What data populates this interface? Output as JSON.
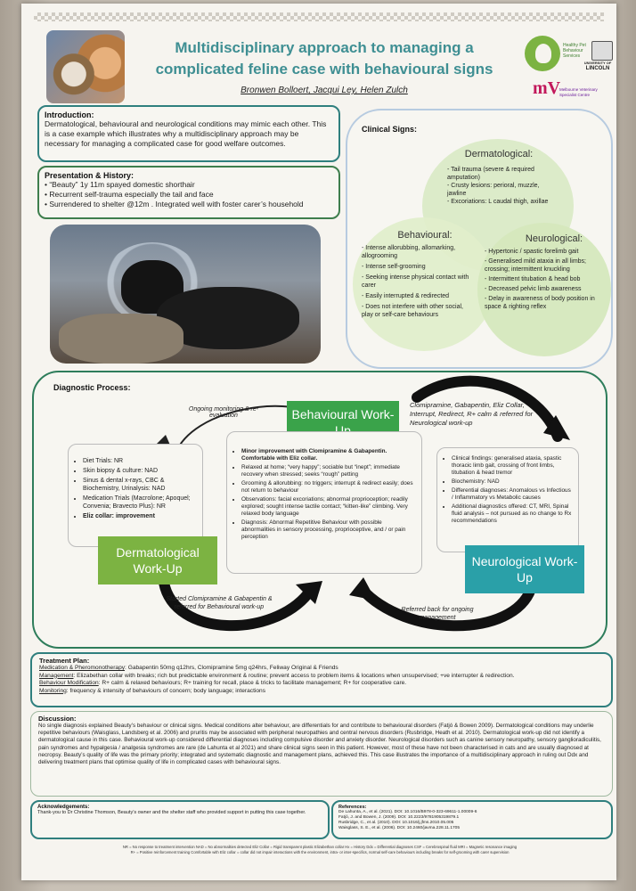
{
  "poster": {
    "title_line1": "Multidisciplinary approach to managing a",
    "title_line2": "complicated feline case with behavioural signs",
    "authors": "Bronwen Bolloert, Jacqui Ley, Helen Zulch",
    "logo1_line1": "Healthy Pet",
    "logo1_line2": "Behaviour",
    "logo1_line3": "Services",
    "logo2_line1": "UNIVERSITY OF",
    "logo2_line2": "LINCOLN",
    "logo3_mark": "mV",
    "logo3_line1": "Melbourne Veterinary",
    "logo3_line2": "Specialist Centre"
  },
  "intro": {
    "heading": "Introduction:",
    "text": "Dermatological, behavioural and neurological conditions may mimic each other. This is a case example which illustrates why a multidisciplinary approach may be necessary for managing a complicated case for good welfare outcomes."
  },
  "presentation": {
    "heading": "Presentation & History:",
    "items": [
      "“Beauty” 1y 11m spayed domestic shorthair",
      "Recurrent self-trauma especially the tail and face",
      "Surrendered to shelter @12m . Integrated well with foster carer’s household"
    ]
  },
  "clinical": {
    "heading": "Clinical Signs:",
    "derm_title": "Dermatological:",
    "derm_items": [
      "- Tail trauma (severe & required amputation)",
      "- Crusty lesions: perioral, muzzle, jawline",
      "- Excoriations: L caudal thigh, axillae"
    ],
    "behav_title": "Behavioural:",
    "behav_items": [
      "- Intense allorubbing, allomarking, allogrooming",
      "- Intense self-grooming",
      "- Seeking intense physical contact with carer",
      "- Easily interrupted & redirected",
      "- Does not interfere with other social, play or self-care behaviours"
    ],
    "neuro_title": "Neurological:",
    "neuro_items": [
      "- Hypertonic / spastic forelimb gait",
      "- Generalised mild ataxia in all limbs; crossing; intermittent knuckling",
      "- Intermittent titubation & head bob",
      "- Decreased pelvic limb awareness",
      "- Delay in awareness of body position in space & righting reflex"
    ]
  },
  "diagnostic": {
    "heading": "Diagnostic Process:",
    "behav_label": "Behavioural Work-Up",
    "derm_label": "Dermatological Work-Up",
    "neuro_label": "Neurological Work-Up",
    "arrow_top_left": "Ongoing monitoring & re-evaluation",
    "arrow_top_right": "Clomipramine, Gabapentin, Eliz Collar, Interrupt, Redirect, R+ calm & referred for Neurological work-up",
    "arrow_bottom_left": "Started Clomipramine & Gabapentin & referred for Behavioural work-up",
    "arrow_bottom_right": "Referred back for ongoing management",
    "derm_items": [
      "Diet Trials: NR",
      "Skin biopsy & culture: NAD",
      "Sinus & dental x-rays, CBC & Biochemistry, Urinalysis: NAD",
      "Medication Trials (Macrolone; Apoquel; Convenia; Bravecto Plus): NR",
      "Eliz collar: improvement"
    ],
    "behav_items": [
      "Minor improvement with Clomipramine & Gabapentin. Comfortable with Eliz collar.",
      "Relaxed at home; “very happy”; sociable but “inept”; immediate recovery when stressed; seeks “rough” petting",
      "Grooming & allorubbing: no triggers; interrupt & redirect easily; does not return to behaviour",
      "Observations: facial excoriations; abnormal proprioception; readily explored; sought intense tactile contact; “kitten-like” climbing. Very relaxed body language",
      "Diagnosis: Abnormal Repetitive Behaviour with possible abnormalities in sensory processing, proprioceptive, and / or pain perception"
    ],
    "neuro_items": [
      "Clinical findings: generalised ataxia, spastic thoracic limb gait, crossing of front limbs, titubation & head tremor",
      "Biochemistry: NAD",
      "Differential diagnoses: Anomalous vs Infectious / Inflammatory vs Metabolic causes",
      "Additional diagnostics offered: CT, MRI, Spinal fluid analysis – not pursued as no change to Rx recommendations"
    ]
  },
  "treatment": {
    "heading": "Treatment Plan:",
    "lines": [
      {
        "label": "Medication & Pheromonotherapy",
        "text": ": Gabapentin 50mg q12hrs, Clomipramine 5mg q24hrs, Feliway Original & Friends"
      },
      {
        "label": "Management",
        "text": ": Elizabethan collar with breaks; rich but predictable environment & routine; prevent access to problem items & locations when unsupervised; +ve interrupter & redirection."
      },
      {
        "label": "Behaviour Modification",
        "text": ": R+ calm & relaxed behaviours; R+ training for recall, place & tricks to facilitate management; R+ for cooperative care."
      },
      {
        "label": "Monitoring",
        "text": ": frequency & intensity of behaviours of concern; body language; interactions"
      }
    ]
  },
  "discussion": {
    "heading": "Discussion:",
    "text": "No single diagnosis explained Beauty’s behaviour or clinical signs. Medical conditions alter behaviour, are differentials for and contribute to behavioural disorders (Fatjó & Bowen 2009). Dermatological conditions may underlie repetitive behaviours (Waisglass, Landsberg et al. 2006) and pruritis may be associated with peripheral neuropathies and central nervous disorders (Rusbridge, Heath et al. 2010). Dermatological work-up did not identify a dermatological cause in this case. Behavioural work-up considered differential diagnoses including compulsive disorder and anxiety disorder. Neurological disorders such as canine sensory neuropathy, sensory ganglioradiculitis, pain syndromes and hypalgesia / analgesia syndromes are rare (de Lahunta et al 2021) and share clinical signs seen in this patient. However, most of these have not been characterised in cats and are usually diagnosed at necropsy. Beauty’s quality of life was the primary priority; integrated and systematic diagnostic and management plans, achieved this. This case illustrates the importance of a multidisciplinary approach in ruling out Ddx and delivering treatment plans that optimise quality of life in complicated cases with behavioural signs."
  },
  "ack": {
    "heading": "Acknowledgements:",
    "text": "Thank-you to Dr Christine Thomson, Beauty’s owner and the shelter staff who provided support in putting this case together."
  },
  "refs": {
    "heading": "References:",
    "items": [
      "De Lahunta, A., et al. (2021). DOI: 10.1016/B978-0-323-69611-1.00009-6",
      "Fatjó, J. and Bowen, J. (2009). DOI: 10.2223/9781905319879.1",
      "Rusbridge, C., et al. (2010). DOI: 10.1016/j.jfms.2010.05.005",
      "Waisglass, S. E., et al. (2006). DOI: 10.2460/javma.228.11.1705"
    ]
  },
  "footnote": {
    "line1": "NR = No response to treatment intervention   NAD = No abnormalities detected   Eliz Collar = Rigid transparent plastic Elizabethan collar   Hx = History   Ddx = Differential diagnoses   CSF = Cerebrospinal fluid   MRI = Magnetic resonance imaging",
    "line2": "R+ = Positive reinforcement training   Comfortable with Eliz collar = collar did not impair interactions with the environment, intra- or inter-specifics, normal self-care behaviours including breaks for self-grooming with carer supervision"
  }
}
